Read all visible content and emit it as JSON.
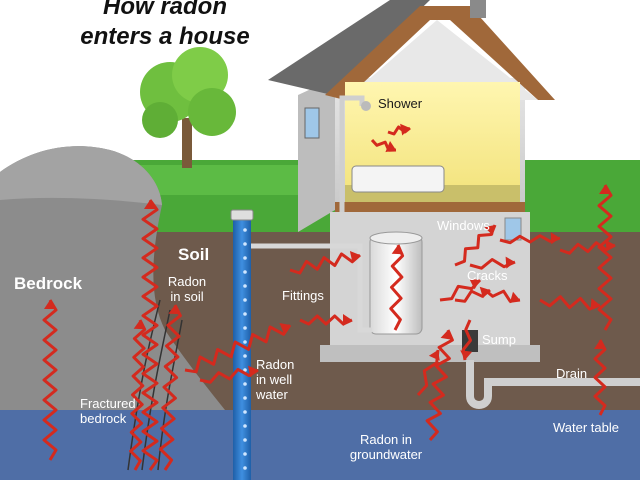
{
  "title_lines": [
    "How radon",
    "enters a house"
  ],
  "labels": {
    "shower": "Shower",
    "windows": "Windows",
    "cracks": "Cracks",
    "sump": "Sump",
    "drain": "Drain",
    "water_table": "Water table",
    "soil": "Soil",
    "bedrock": "Bedrock",
    "radon_in_soil": [
      "Radon",
      "in soil"
    ],
    "fittings": "Fittings",
    "radon_in_well_water": [
      "Radon",
      "in well",
      "water"
    ],
    "fractured_bedrock": [
      "Fractured",
      "bedrock"
    ],
    "radon_in_groundwater": [
      "Radon in",
      "groundwater"
    ]
  },
  "colors": {
    "sky": "#ffffff",
    "grass": "#4aa838",
    "soil": "#6e5a4c",
    "groundwater": "#4f6ea6",
    "bedrock": "#8c8c8c",
    "radon_arrow": "#d42a1e",
    "well_pipe": "#2f79c4"
  }
}
